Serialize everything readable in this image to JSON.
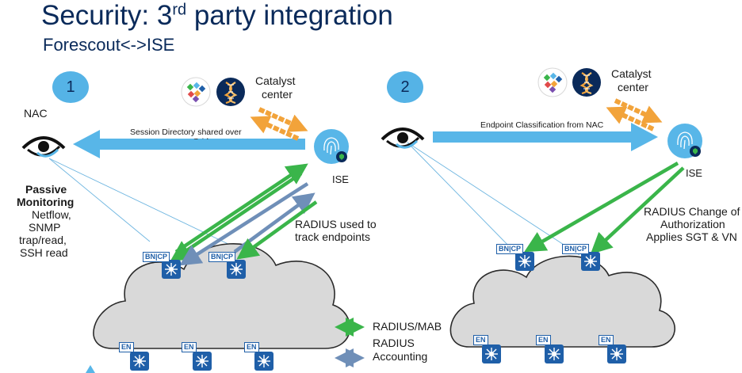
{
  "title": {
    "main": "Security: 3",
    "sup": "rd",
    "rest": " party integration"
  },
  "subtitle": "Forescout<->ISE",
  "left": {
    "step": "1",
    "nac_label": "NAC",
    "catalyst_label_1": "Catalyst",
    "catalyst_label_2": "center",
    "session_label": "Session Directory shared over",
    "session_label_2": "pxGrid",
    "ise_label": "ISE",
    "passive_title_1": "Passive",
    "passive_title_2": "Monitoring",
    "passive_items": [
      "Netflow,",
      "SNMP",
      "trap/read,",
      "SSH read"
    ],
    "radius_track_1": "RADIUS used to",
    "radius_track_2": "track endpoints",
    "bncp_1": "BN|CP",
    "bncp_2": "BN|CP",
    "en_labels": [
      "EN",
      "EN",
      "EN"
    ]
  },
  "right": {
    "step": "2",
    "catalyst_label_1": "Catalyst",
    "catalyst_label_2": "center",
    "classification_label": "Endpoint Classification from NAC",
    "ise_label": "ISE",
    "coa_1": "RADIUS Change of",
    "coa_2": "Authorization",
    "coa_3": "Applies SGT & VN",
    "bncp_1": "BN|CP",
    "bncp_2": "BN|CP",
    "en_labels": [
      "EN",
      "EN",
      "EN"
    ]
  },
  "legend": {
    "mab": "RADIUS/MAB",
    "accounting_1": "RADIUS",
    "accounting_2": "Accounting"
  },
  "colors": {
    "radius_mab": "#3ab54a",
    "radius_accounting": "#6f8fb8",
    "flow_arrow": "#58b6e8",
    "switch": "#1f5fa8",
    "exchange": "#f2a33a"
  }
}
